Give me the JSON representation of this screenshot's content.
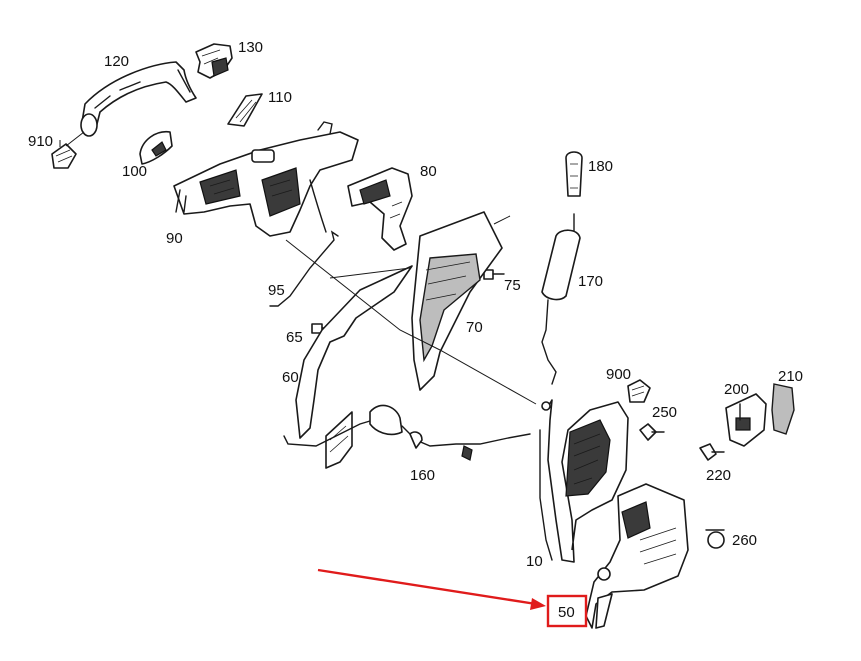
{
  "labels": {
    "l120": "120",
    "l130": "130",
    "l110": "110",
    "l910": "910",
    "l100": "100",
    "l90": "90",
    "l80": "80",
    "l180": "180",
    "l170": "170",
    "l75": "75",
    "l95": "95",
    "l65": "65",
    "l70": "70",
    "l60": "60",
    "l900": "900",
    "l200": "200",
    "l210": "210",
    "l250": "250",
    "l220": "220",
    "l160": "160",
    "l10": "10",
    "l260": "260",
    "l50": "50"
  },
  "highlight": {
    "target_label": "50",
    "color": "#e01b1b"
  }
}
